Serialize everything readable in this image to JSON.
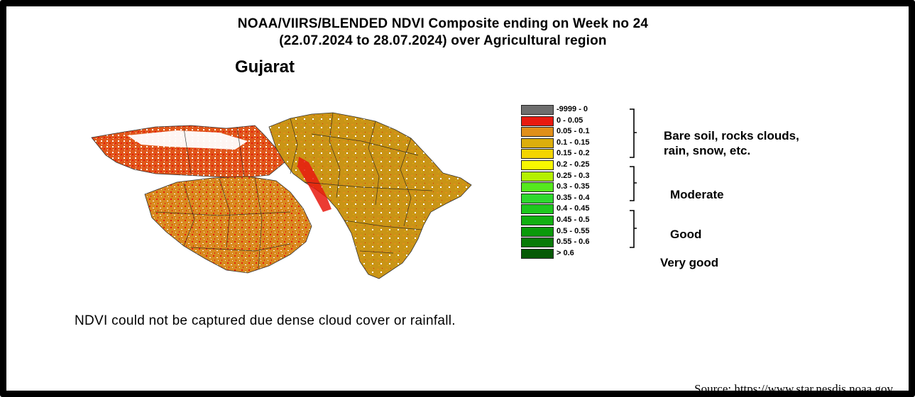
{
  "header": {
    "title_line1": "NOAA/VIIRS/BLENDED NDVI Composite ending on Week no 24",
    "title_line2": "(22.07.2024 to 28.07.2024) over Agricultural region",
    "region": "Gujarat"
  },
  "legend": {
    "items": [
      {
        "label": "-9999 - 0",
        "color": "#6e6e6e"
      },
      {
        "label": "0 - 0.05",
        "color": "#e8190f"
      },
      {
        "label": "0.05 - 0.1",
        "color": "#e08f1a"
      },
      {
        "label": "0.1 - 0.15",
        "color": "#dcae0c"
      },
      {
        "label": "0.15 - 0.2",
        "color": "#f3d500"
      },
      {
        "label": "0.2 - 0.25",
        "color": "#f7f700"
      },
      {
        "label": "0.25 - 0.3",
        "color": "#b4f000"
      },
      {
        "label": "0.3 - 0.35",
        "color": "#55e81e"
      },
      {
        "label": "0.35 - 0.4",
        "color": "#2ed82e"
      },
      {
        "label": "0.4 - 0.45",
        "color": "#1ec81e"
      },
      {
        "label": "0.45 - 0.5",
        "color": "#12b012"
      },
      {
        "label": "0.5 - 0.55",
        "color": "#0a9a0a"
      },
      {
        "label": "0.55 - 0.6",
        "color": "#087a08"
      },
      {
        "label": "> 0.6",
        "color": "#055a05"
      }
    ],
    "groups": {
      "bare_line1": "Bare soil, rocks clouds,",
      "bare_line2": "rain, snow, etc.",
      "moderate": "Moderate",
      "good": "Good",
      "very_good": "Very good"
    }
  },
  "note": "NDVI could not be captured due dense cloud cover or rainfall.",
  "source": "Source: https://www.star.nesdis.noaa.gov"
}
